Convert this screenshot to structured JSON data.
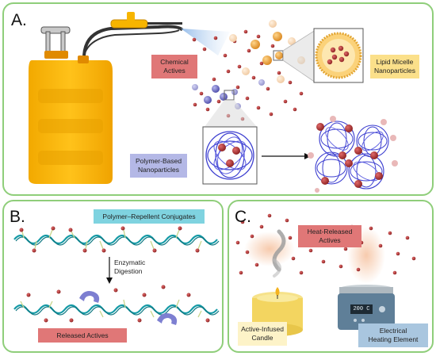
{
  "panels": {
    "a": {
      "letter": "A."
    },
    "b": {
      "letter": "B."
    },
    "c": {
      "letter": "C."
    }
  },
  "labels": {
    "chemical_actives": "Chemical\nActives",
    "lipid_micelle": "Lipid Micelle\nNanoparticles",
    "polymer_based": "Polymer-Based\nNanoparticles",
    "polymer_conjugates": "Polymer–Repellent Conjugates",
    "enzymatic_digestion": "Enzymatic\nDigestion",
    "released_actives": "Released Actives",
    "heat_released": "Heat-Released\nActives",
    "active_infused_candle": "Active-Infused\nCandle",
    "electrical_heating": "Electrical\nHeating Element",
    "heater_display": "200 C"
  },
  "colors": {
    "border": "#8fce7a",
    "sprayer_yellow": "#f7b500",
    "red_tag": "#e07777",
    "yellow_tag": "#fbe08a",
    "purple_tag": "#b4b8e6",
    "teal_tag": "#7fd3e0",
    "blue_tag": "#a9c6df",
    "active_dot": "#a83232",
    "polymer_blue": "#3d3fd0",
    "chain_teal": "#159aa6"
  }
}
